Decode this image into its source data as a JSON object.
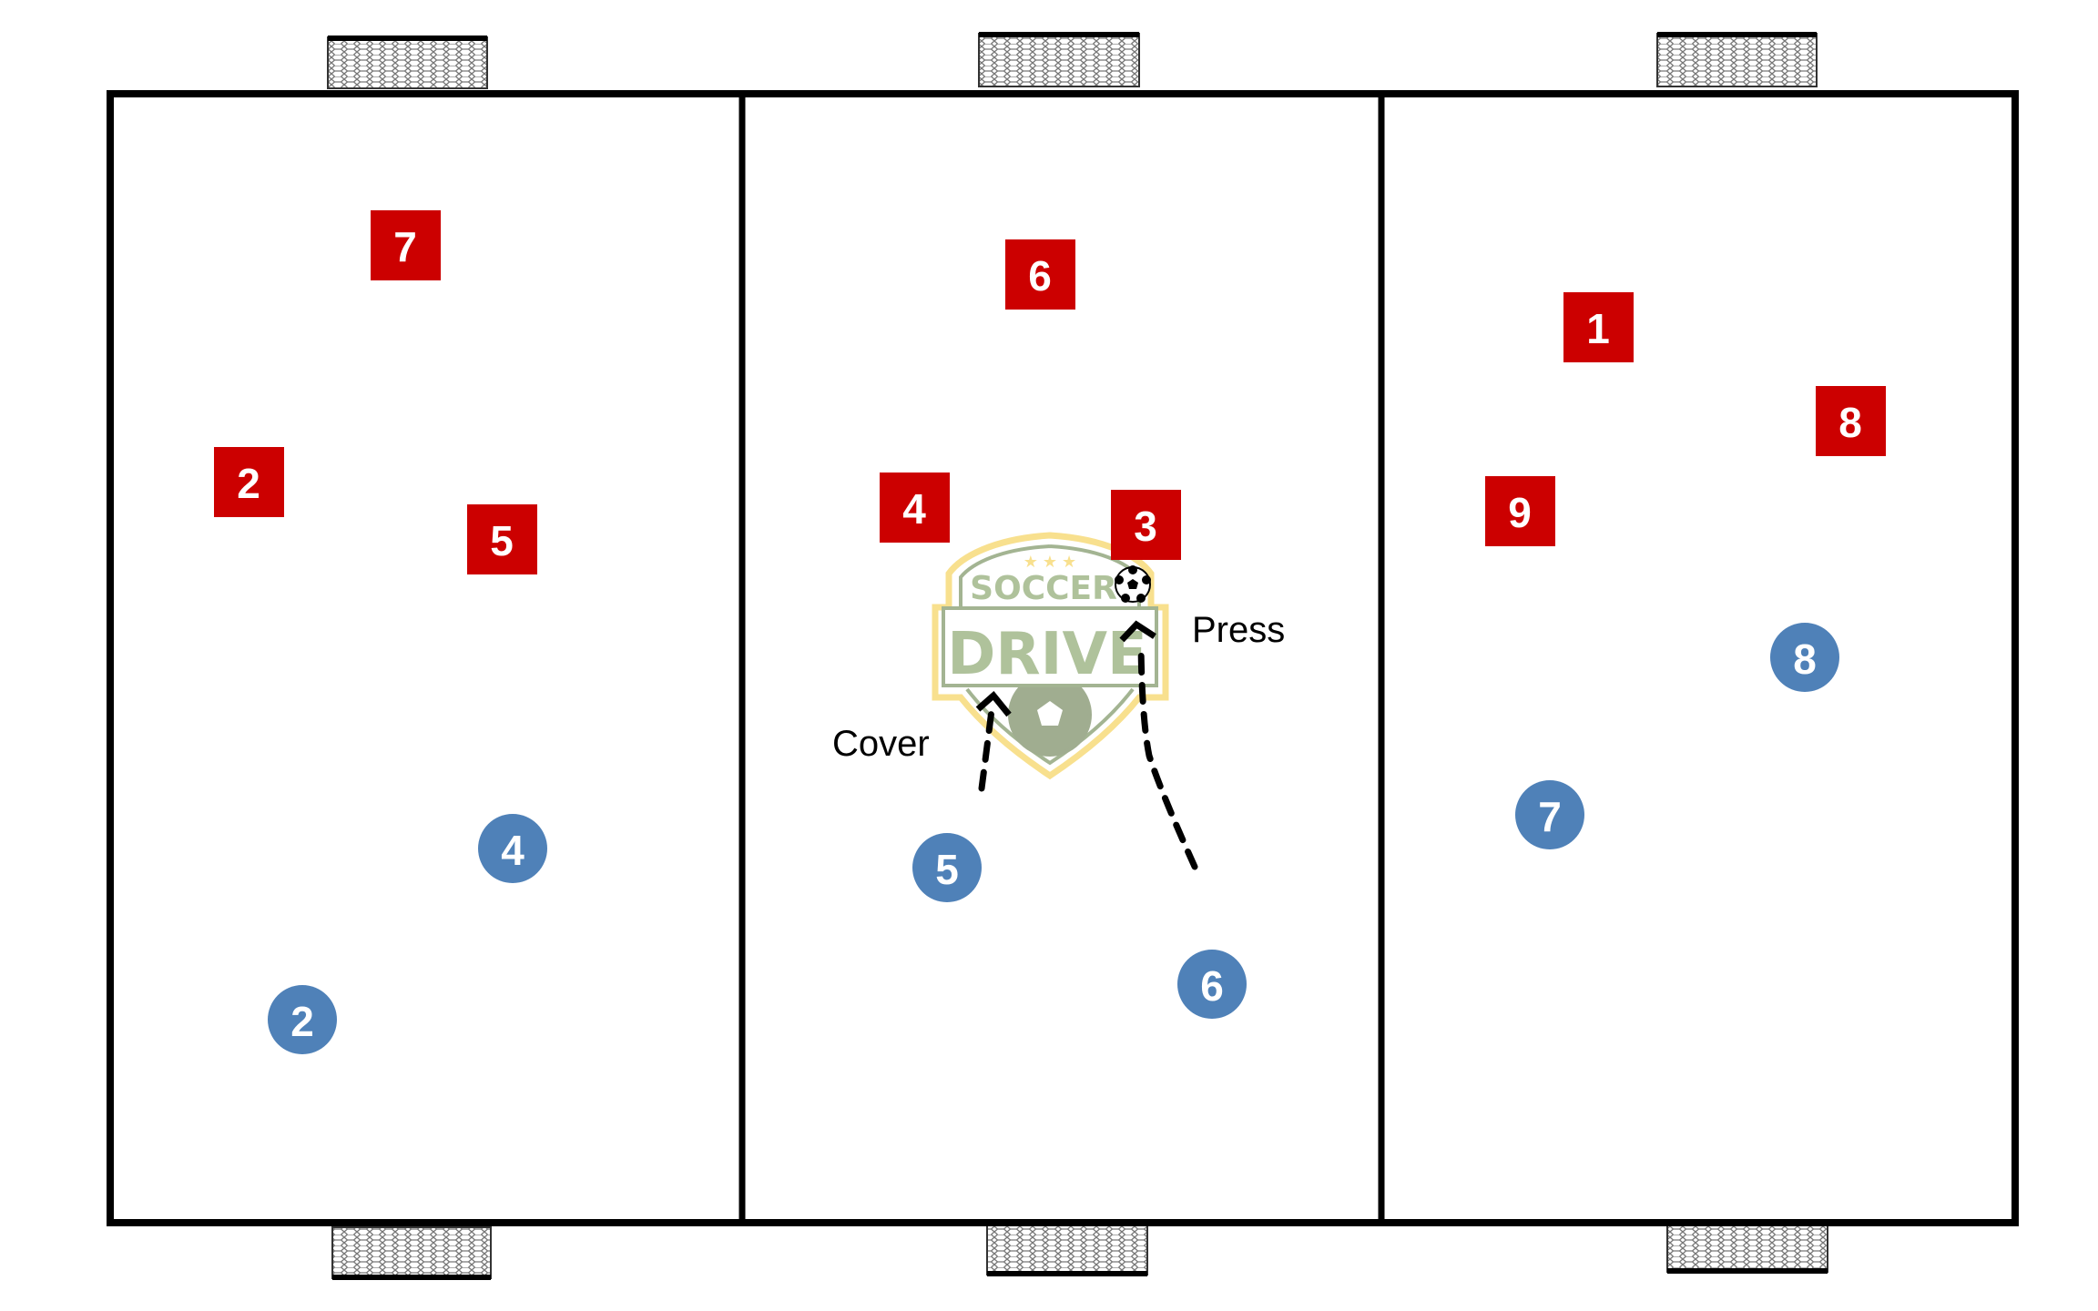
{
  "diagram": {
    "colors": {
      "red_team": "#cc0000",
      "blue_team": "#4f81b8",
      "field_lines": "#000000",
      "logo_green": "#afc29b",
      "logo_gold": "#f8e08e"
    },
    "red_players": {
      "left_field": [
        "7",
        "2",
        "5"
      ],
      "middle_field": [
        "6",
        "4",
        "3"
      ],
      "right_field": [
        "1",
        "8",
        "9"
      ]
    },
    "blue_players": {
      "left_field": [
        "4",
        "2"
      ],
      "middle_field": [
        "5",
        "6"
      ],
      "right_field": [
        "8",
        "7"
      ]
    },
    "annotations": {
      "press": "Press",
      "cover": "Cover"
    },
    "logo": {
      "line1": "SOCCER",
      "line2": "DRIVE"
    }
  }
}
